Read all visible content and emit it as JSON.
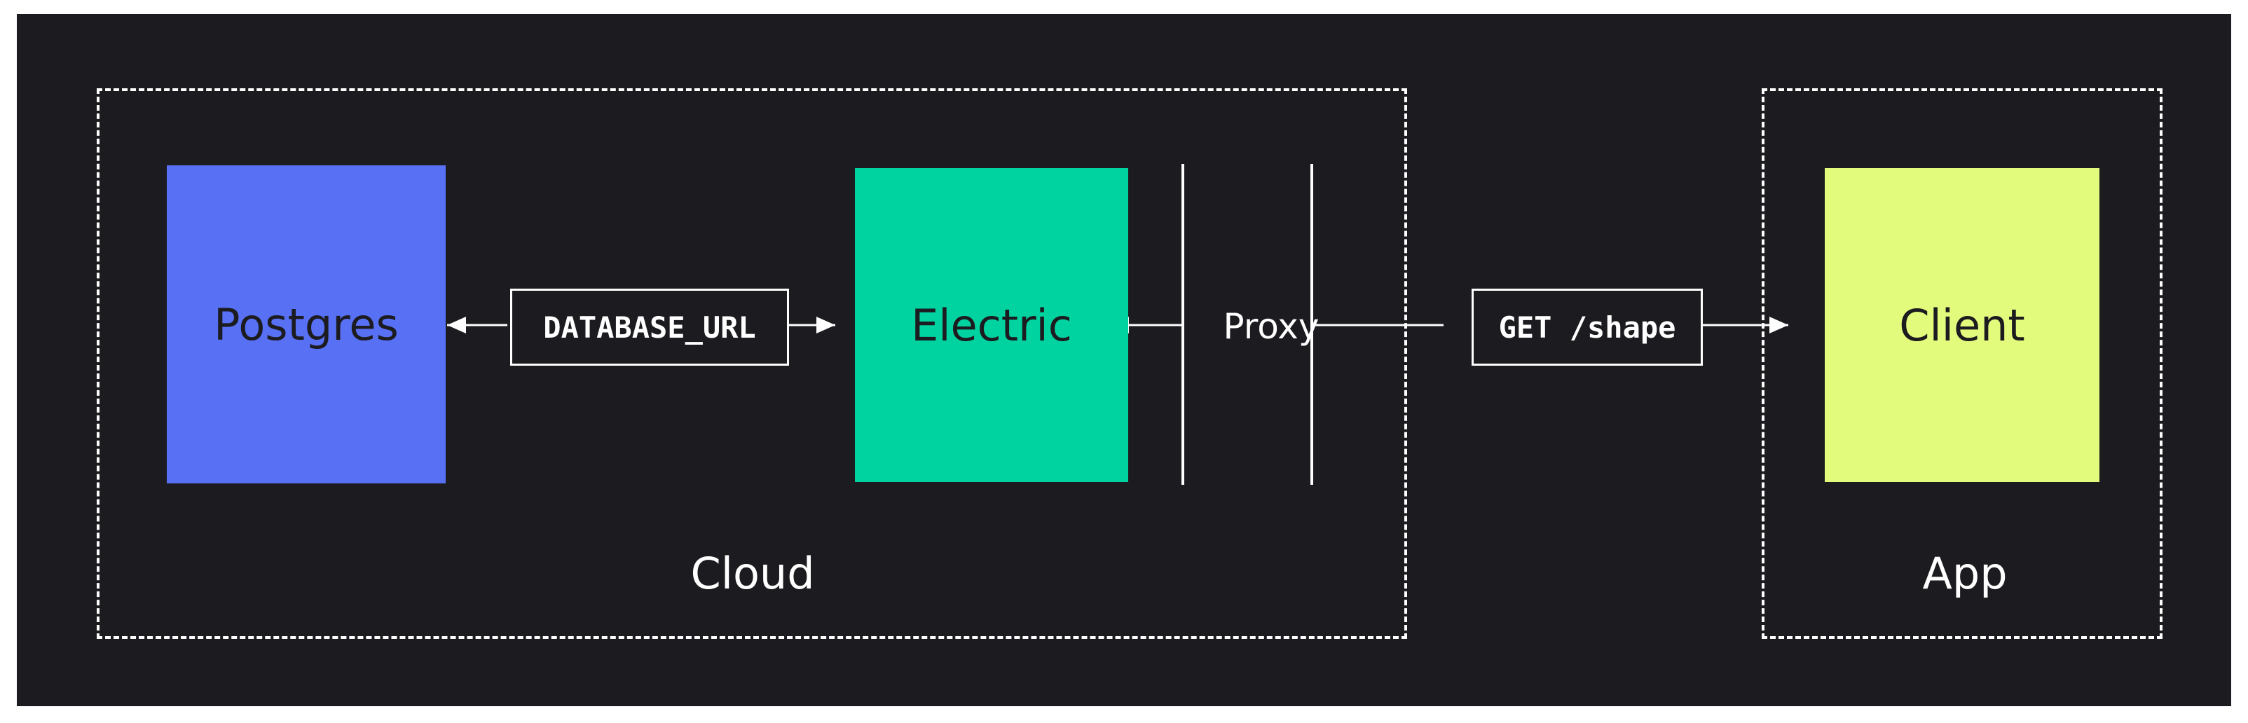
{
  "groups": {
    "cloud_label": "Cloud",
    "app_label": "App"
  },
  "nodes": {
    "postgres": "Postgres",
    "electric": "Electric",
    "client": "Client",
    "proxy": "Proxy"
  },
  "edges": {
    "database_url": "DATABASE_URL",
    "get_shape": "GET /shape"
  },
  "colors": {
    "background": "#1c1b1f",
    "postgres": "#5870f4",
    "electric": "#00d2a0",
    "client": "#e3fb7c",
    "line": "#ffffff"
  }
}
